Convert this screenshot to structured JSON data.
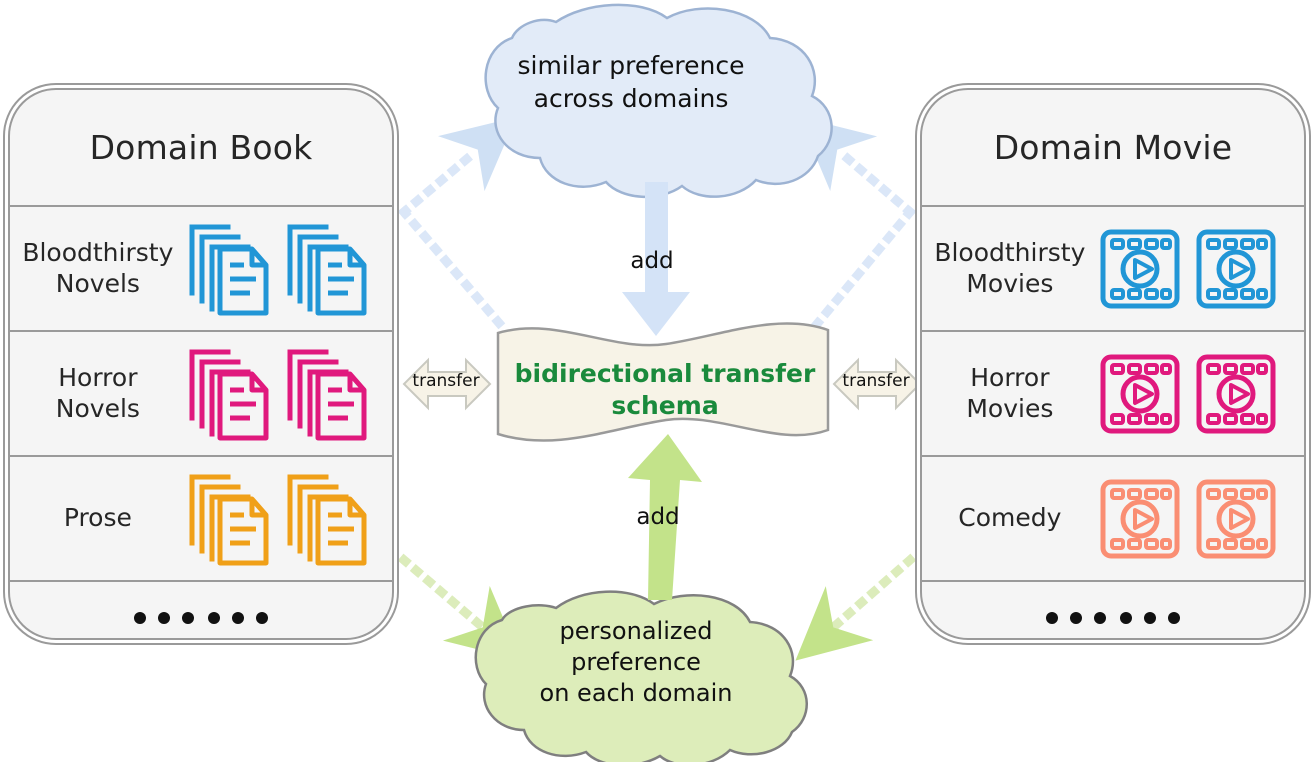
{
  "diagram": {
    "title": "bidirectional cross-domain transfer diagram",
    "colors": {
      "book_bloodthirsty": "#2196d6",
      "book_horror": "#e0197d",
      "book_prose": "#f0a018",
      "movie_bloodthirsty": "#2196d6",
      "movie_horror": "#e0197d",
      "movie_comedy": "#fa8e73",
      "cloud_top_fill": "#e2ebf8",
      "cloud_top_stroke": "#9db3d3",
      "cloud_bottom_fill": "#ddedba",
      "cloud_bottom_stroke": "#7f7f7f",
      "schema_fill": "#f7f3e7",
      "schema_stroke": "#9a9a9a",
      "schema_text": "#1a8a3c",
      "arrow_blue": "#d4e3f7",
      "arrow_green": "#c3e38a",
      "panel_fill": "#f5f5f5",
      "panel_stroke": "#9a9a9a"
    }
  },
  "left_panel": {
    "title": "Domain Book",
    "rows": [
      {
        "label": "Bloodthirsty\nNovels",
        "label_line1": "Bloodthirsty",
        "label_line2": "Novels",
        "icon": "documents-stack-icon",
        "color": "#2196d6"
      },
      {
        "label": "Horror\nNovels",
        "label_line1": "Horror",
        "label_line2": "Novels",
        "icon": "documents-stack-icon",
        "color": "#e0197d"
      },
      {
        "label": "Prose",
        "label_line1": "Prose",
        "label_line2": "",
        "icon": "documents-stack-icon",
        "color": "#f0a018"
      }
    ],
    "footer_ellipsis": "•••  •••"
  },
  "right_panel": {
    "title": "Domain Movie",
    "rows": [
      {
        "label": "Bloodthirsty\nMovies",
        "label_line1": "Bloodthirsty",
        "label_line2": "Movies",
        "icon": "film-strip-play-icon",
        "color": "#2196d6"
      },
      {
        "label": "Horror\nMovies",
        "label_line1": "Horror",
        "label_line2": "Movies",
        "icon": "film-strip-play-icon",
        "color": "#e0197d"
      },
      {
        "label": "Comedy",
        "label_line1": "Comedy",
        "label_line2": "",
        "icon": "film-strip-play-icon",
        "color": "#fa8e73"
      }
    ],
    "footer_ellipsis": "•••  •••"
  },
  "cloud_top": {
    "line1": "similar preference",
    "line2": "across domains"
  },
  "cloud_bottom": {
    "line1": "personalized",
    "line2": "preference",
    "line3": "on each domain"
  },
  "schema": {
    "line1": "bidirectional transfer",
    "line2": "schema"
  },
  "labels": {
    "transfer_left": "transfer",
    "transfer_right": "transfer",
    "add_top": "add",
    "add_bottom": "add"
  }
}
